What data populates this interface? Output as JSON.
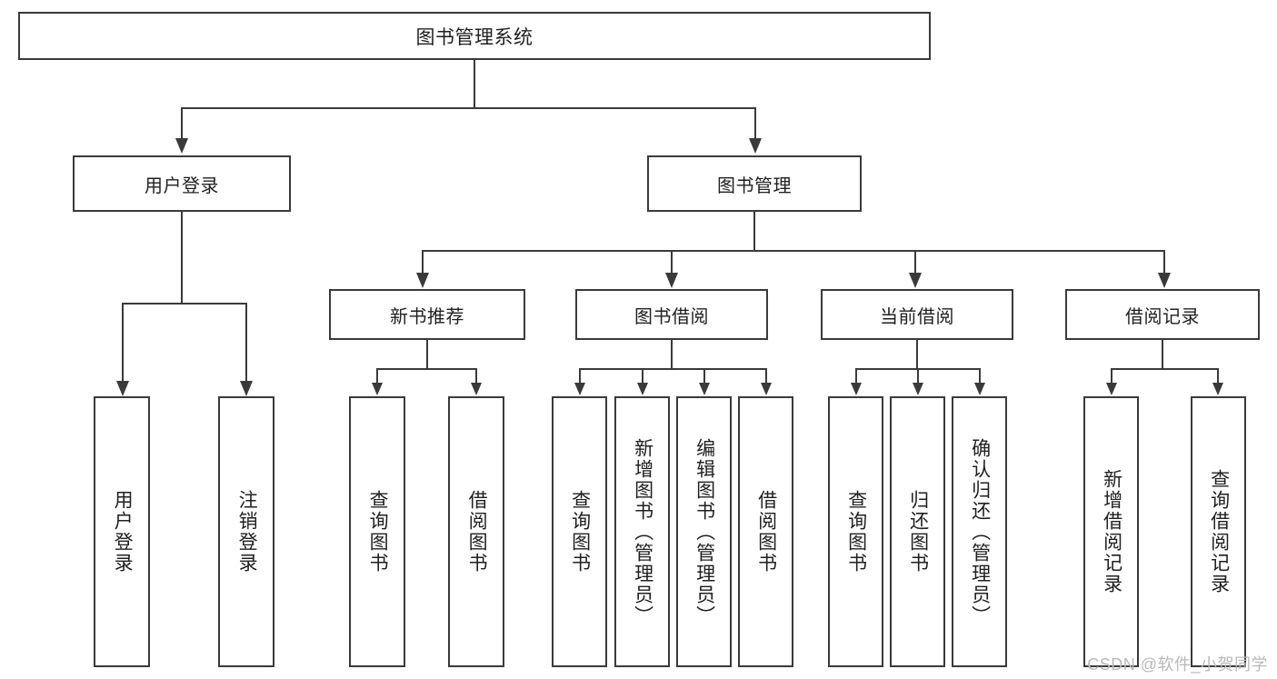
{
  "diagram": {
    "title_text": "图书管理系统",
    "watermark": "CSDN @软件_小贺同学",
    "colors": {
      "border": "#3a3a3a",
      "text": "#1f1f1f",
      "background": "#ffffff",
      "watermark": "#b9b9b9"
    },
    "root": {
      "label": "图书管理系统"
    },
    "level2": [
      {
        "label": "用户登录"
      },
      {
        "label": "图书管理"
      }
    ],
    "level3": [
      {
        "label": "新书推荐"
      },
      {
        "label": "图书借阅"
      },
      {
        "label": "当前借阅"
      },
      {
        "label": "借阅记录"
      }
    ],
    "leaves": [
      {
        "label": "用户登录",
        "parent": "用户登录"
      },
      {
        "label": "注销登录",
        "parent": "用户登录"
      },
      {
        "label": "查询图书",
        "parent": "新书推荐"
      },
      {
        "label": "借阅图书",
        "parent": "新书推荐"
      },
      {
        "label": "查询图书",
        "parent": "图书借阅"
      },
      {
        "label": "新增图书（管理员）",
        "parent": "图书借阅"
      },
      {
        "label": "编辑图书（管理员）",
        "parent": "图书借阅"
      },
      {
        "label": "借阅图书",
        "parent": "图书借阅"
      },
      {
        "label": "查询图书",
        "parent": "当前借阅"
      },
      {
        "label": "归还图书",
        "parent": "当前借阅"
      },
      {
        "label": "确认归还（管理员）",
        "parent": "当前借阅"
      },
      {
        "label": "新增借阅记录",
        "parent": "借阅记录"
      },
      {
        "label": "查询借阅记录",
        "parent": "借阅记录"
      }
    ]
  }
}
